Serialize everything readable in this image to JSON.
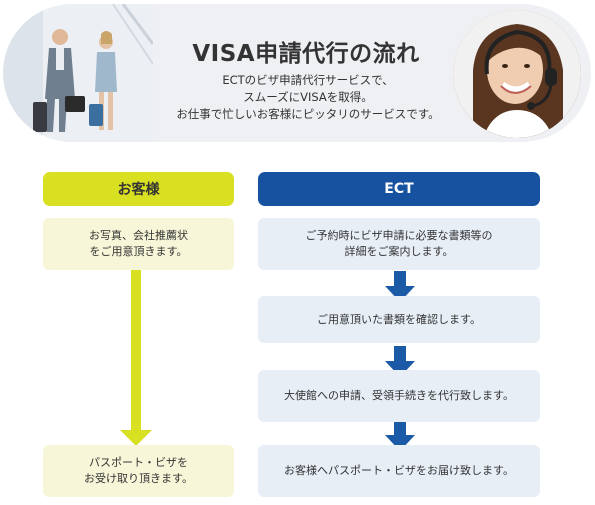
{
  "banner": {
    "title": "VISA申請代行の流れ",
    "description": [
      "ECTのビザ申請代行サービスで、",
      "スムーズにVISAを取得。",
      "お仕事で忙しいお客様にピッタリのサービスです。"
    ]
  },
  "customer": {
    "header": "お客様",
    "steps": [
      [
        "お写真、会社推薦状",
        "をご用意頂きます。"
      ],
      [
        "パスポート・ビザを",
        "お受け取り頂きます。"
      ]
    ]
  },
  "ect": {
    "header": "ECT",
    "steps": [
      [
        "ご予約時にビザ申請に必要な書類等の",
        "詳細をご案内します。"
      ],
      [
        "ご用意頂いた書類を確認します。"
      ],
      [
        "大使館への申請、受領手続きを代行致します。"
      ],
      [
        "お客様へパスポート・ビザをお届け致します。"
      ]
    ]
  },
  "colors": {
    "customer_accent": "#d8e021",
    "customer_box": "#f7f6d8",
    "ect_accent": "#16529f",
    "ect_box": "#e7eef6",
    "arrow_blue": "#1a5aa6"
  }
}
